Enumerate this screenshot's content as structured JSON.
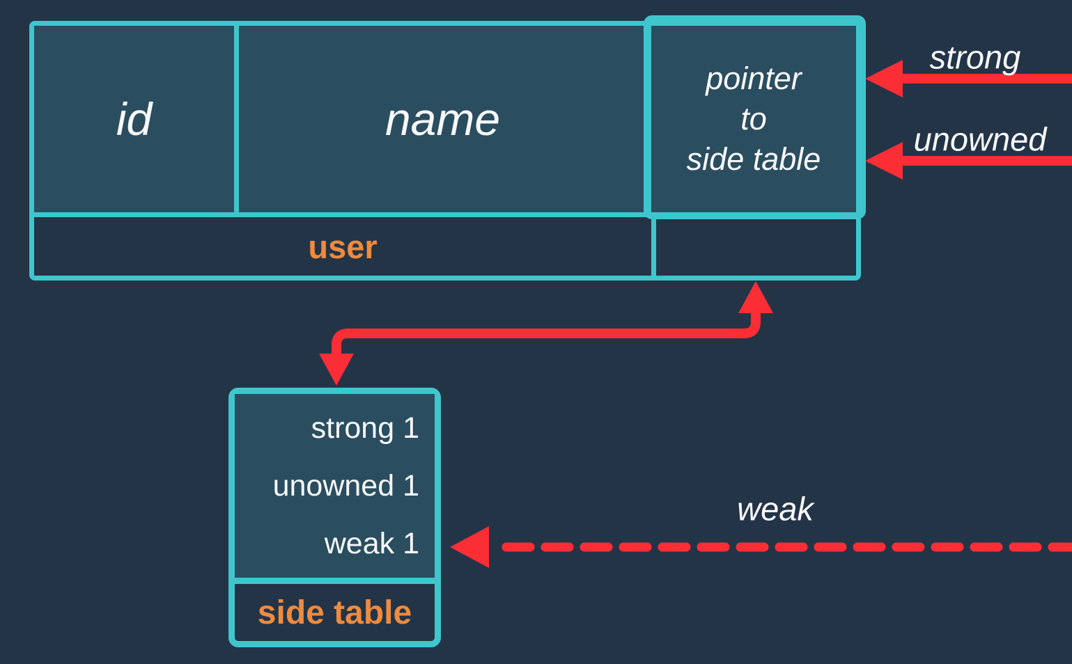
{
  "colors": {
    "background": "#243447",
    "cell_fill": "#2b4d60",
    "border_teal": "#3fc6cd",
    "arrow_red": "#fb2d35",
    "label_orange": "#ee8b3e",
    "text_white": "#f7f9fa"
  },
  "user_table": {
    "caption": "user",
    "cells": [
      {
        "label": "id"
      },
      {
        "label": "name"
      },
      {
        "lines": [
          "pointer",
          "to",
          "side table"
        ]
      }
    ]
  },
  "side_table": {
    "caption": "side table",
    "rows": [
      "strong 1",
      "unowned 1",
      "weak 1"
    ]
  },
  "arrows": {
    "strong": {
      "label": "strong",
      "style": "solid"
    },
    "unowned": {
      "label": "unowned",
      "style": "solid"
    },
    "weak": {
      "label": "weak",
      "style": "dashed"
    },
    "pointer_link": {
      "style": "solid"
    }
  }
}
